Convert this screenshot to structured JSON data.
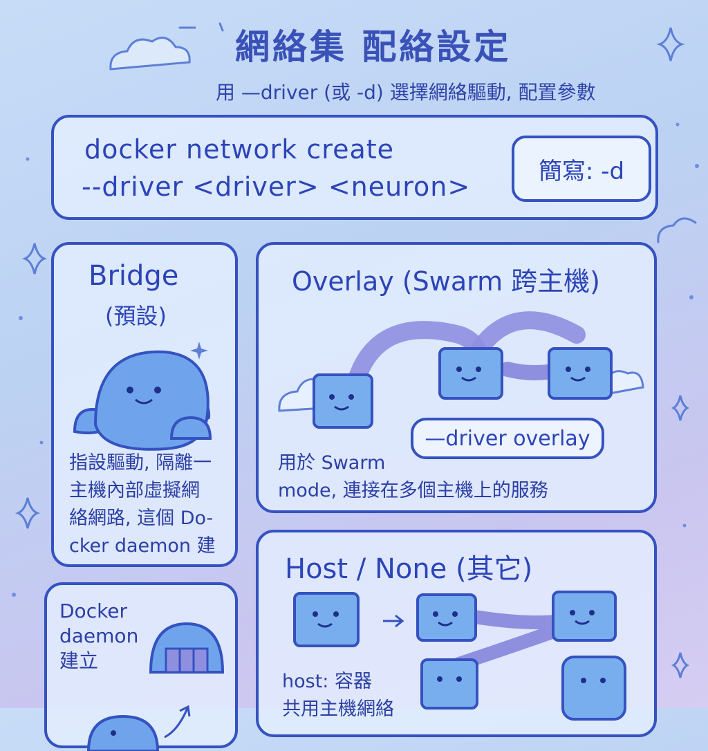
{
  "header": {
    "title": "網絡集 配絡設定",
    "subtitle": "用 —driver (或 -d) 選擇網絡驅動, 配置參數"
  },
  "command": {
    "line1": "docker network create",
    "line2": "--driver <driver> <neuron>",
    "shorthand": "簡寫: -d"
  },
  "bridge": {
    "title": "Bridge",
    "subtitle": "(預設)",
    "desc_lines": [
      "指設驅動, 隔離一",
      "主機內部虛擬網",
      "絡網路, 這個 Do-",
      "cker daemon 建"
    ]
  },
  "overlay": {
    "title": "Overlay (Swarm 跨主機)",
    "pill": "—driver overlay",
    "desc_lines": [
      "用於 Swarm",
      "mode, 連接在多個主機上的服務"
    ]
  },
  "host": {
    "title": "Host / None (其它)",
    "desc_lines": [
      "host: 容器",
      "共用主機網絡"
    ]
  },
  "daemon": {
    "lines": [
      "Docker",
      "daemon",
      "建立"
    ]
  },
  "colors": {
    "accent": "#3552c0",
    "character_fill": "#6fa4ec",
    "cube_fill": "#79aeee",
    "cable": "#8f8fe0"
  }
}
